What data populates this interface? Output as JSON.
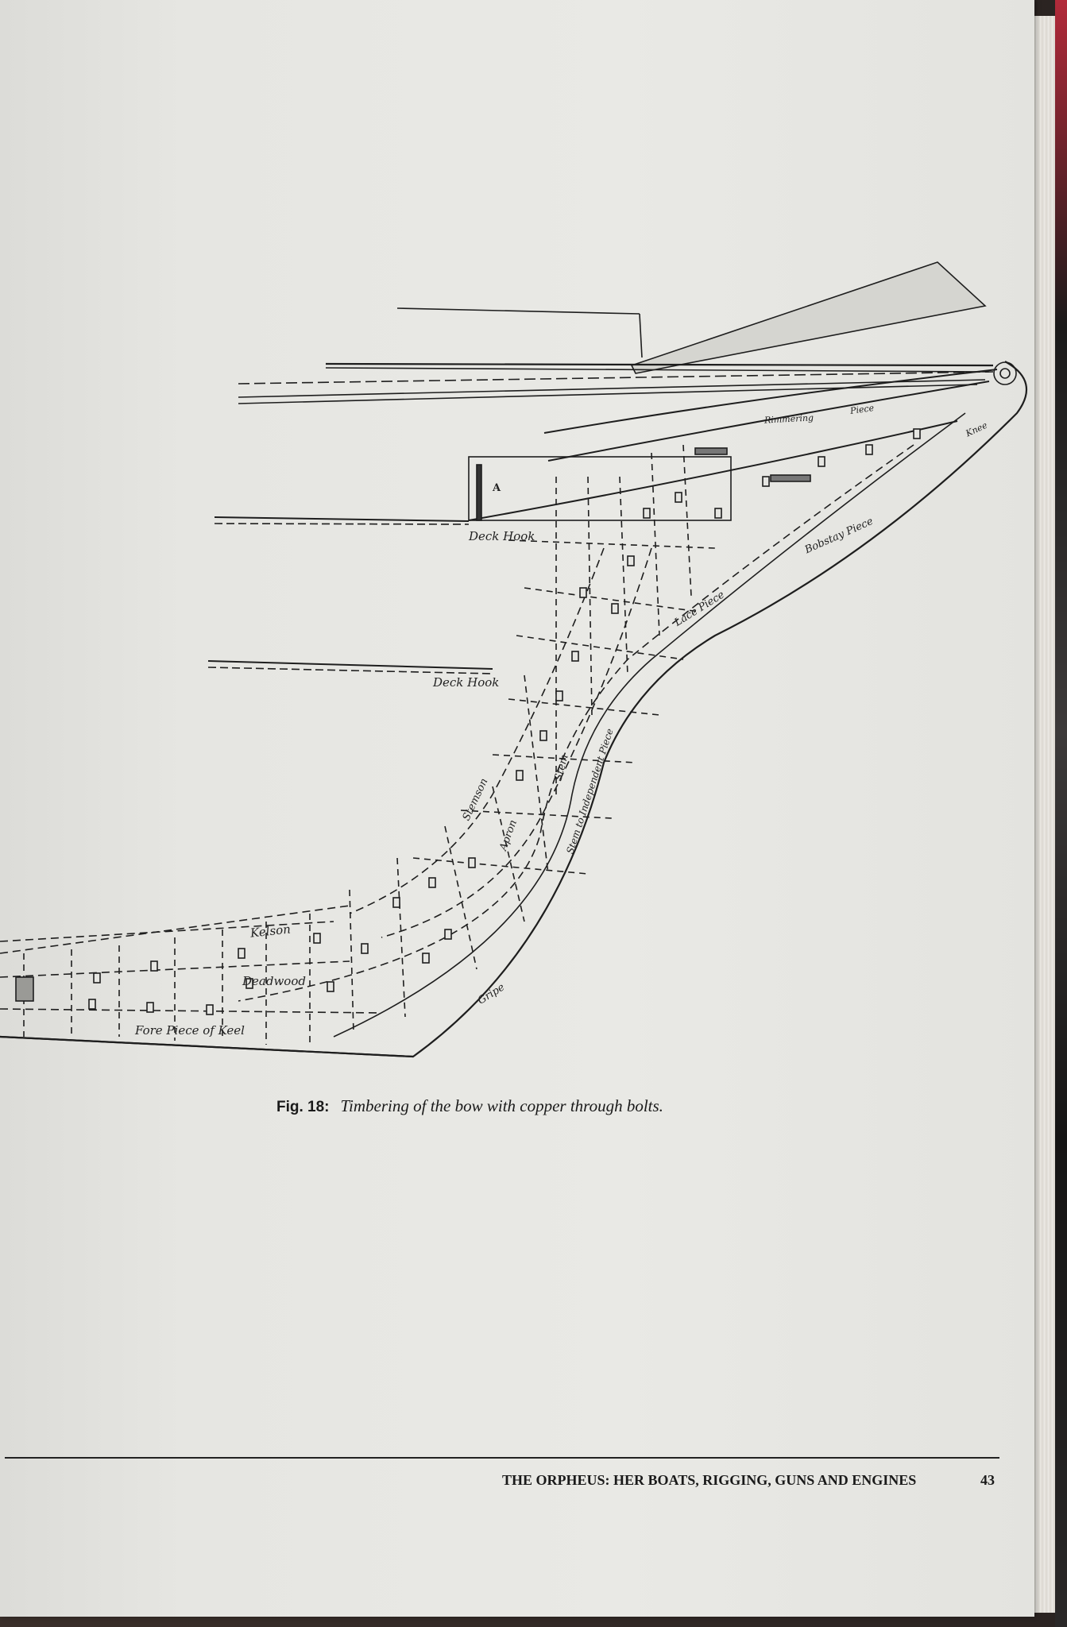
{
  "figure": {
    "labels": {
      "deck_hook_upper": "Deck Hook",
      "deck_hook_lower": "Deck Hook",
      "label_a": "A",
      "rimmering": "Rimmering",
      "piece": "Piece",
      "bobstay_piece": "Bobstay Piece",
      "lace_piece": "Lace Piece",
      "knee": "Knee",
      "stemson": "Stemson",
      "apron": "Apron",
      "stem": "Stem",
      "stem_to_independent_piece": "Stem to Independent Piece",
      "kelson": "Kelson",
      "deadwood": "Deadwood",
      "fore_piece_of_keel": "Fore Piece of Keel",
      "gripe": "Gripe"
    }
  },
  "caption": {
    "number": "Fig. 18:",
    "text": "Timbering of the bow with copper through bolts."
  },
  "footer": {
    "running_head": "THE ORPHEUS: HER BOATS, RIGGING, GUNS AND ENGINES",
    "page_number": "43"
  }
}
